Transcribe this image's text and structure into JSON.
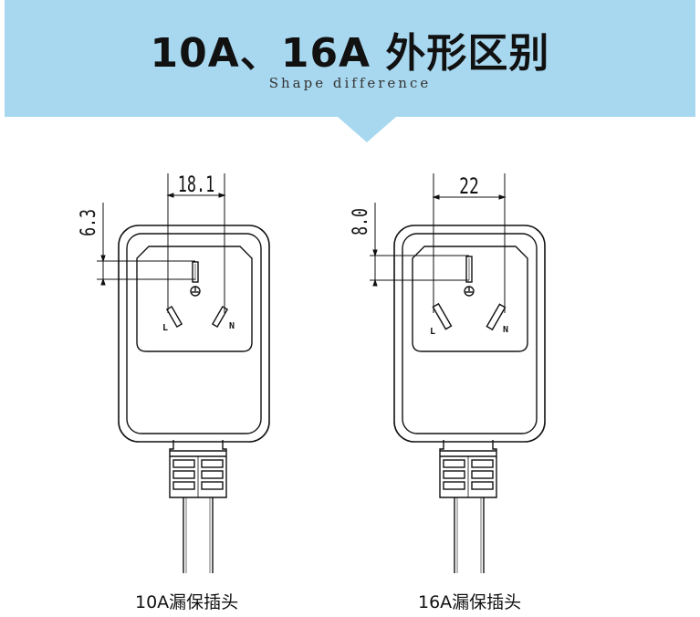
{
  "banner": {
    "title": "10A、16A 外形区别",
    "subtitle": "Shape difference",
    "background_color": "#a8d8f0"
  },
  "plugs": [
    {
      "caption": "10A漏保插头",
      "width_dimension": "18.1",
      "height_dimension": "6.3",
      "pin_label_left": "L",
      "pin_label_right": "N"
    },
    {
      "caption": "16A漏保插头",
      "width_dimension": "22",
      "height_dimension": "8.0",
      "pin_label_left": "L",
      "pin_label_right": "N"
    }
  ]
}
